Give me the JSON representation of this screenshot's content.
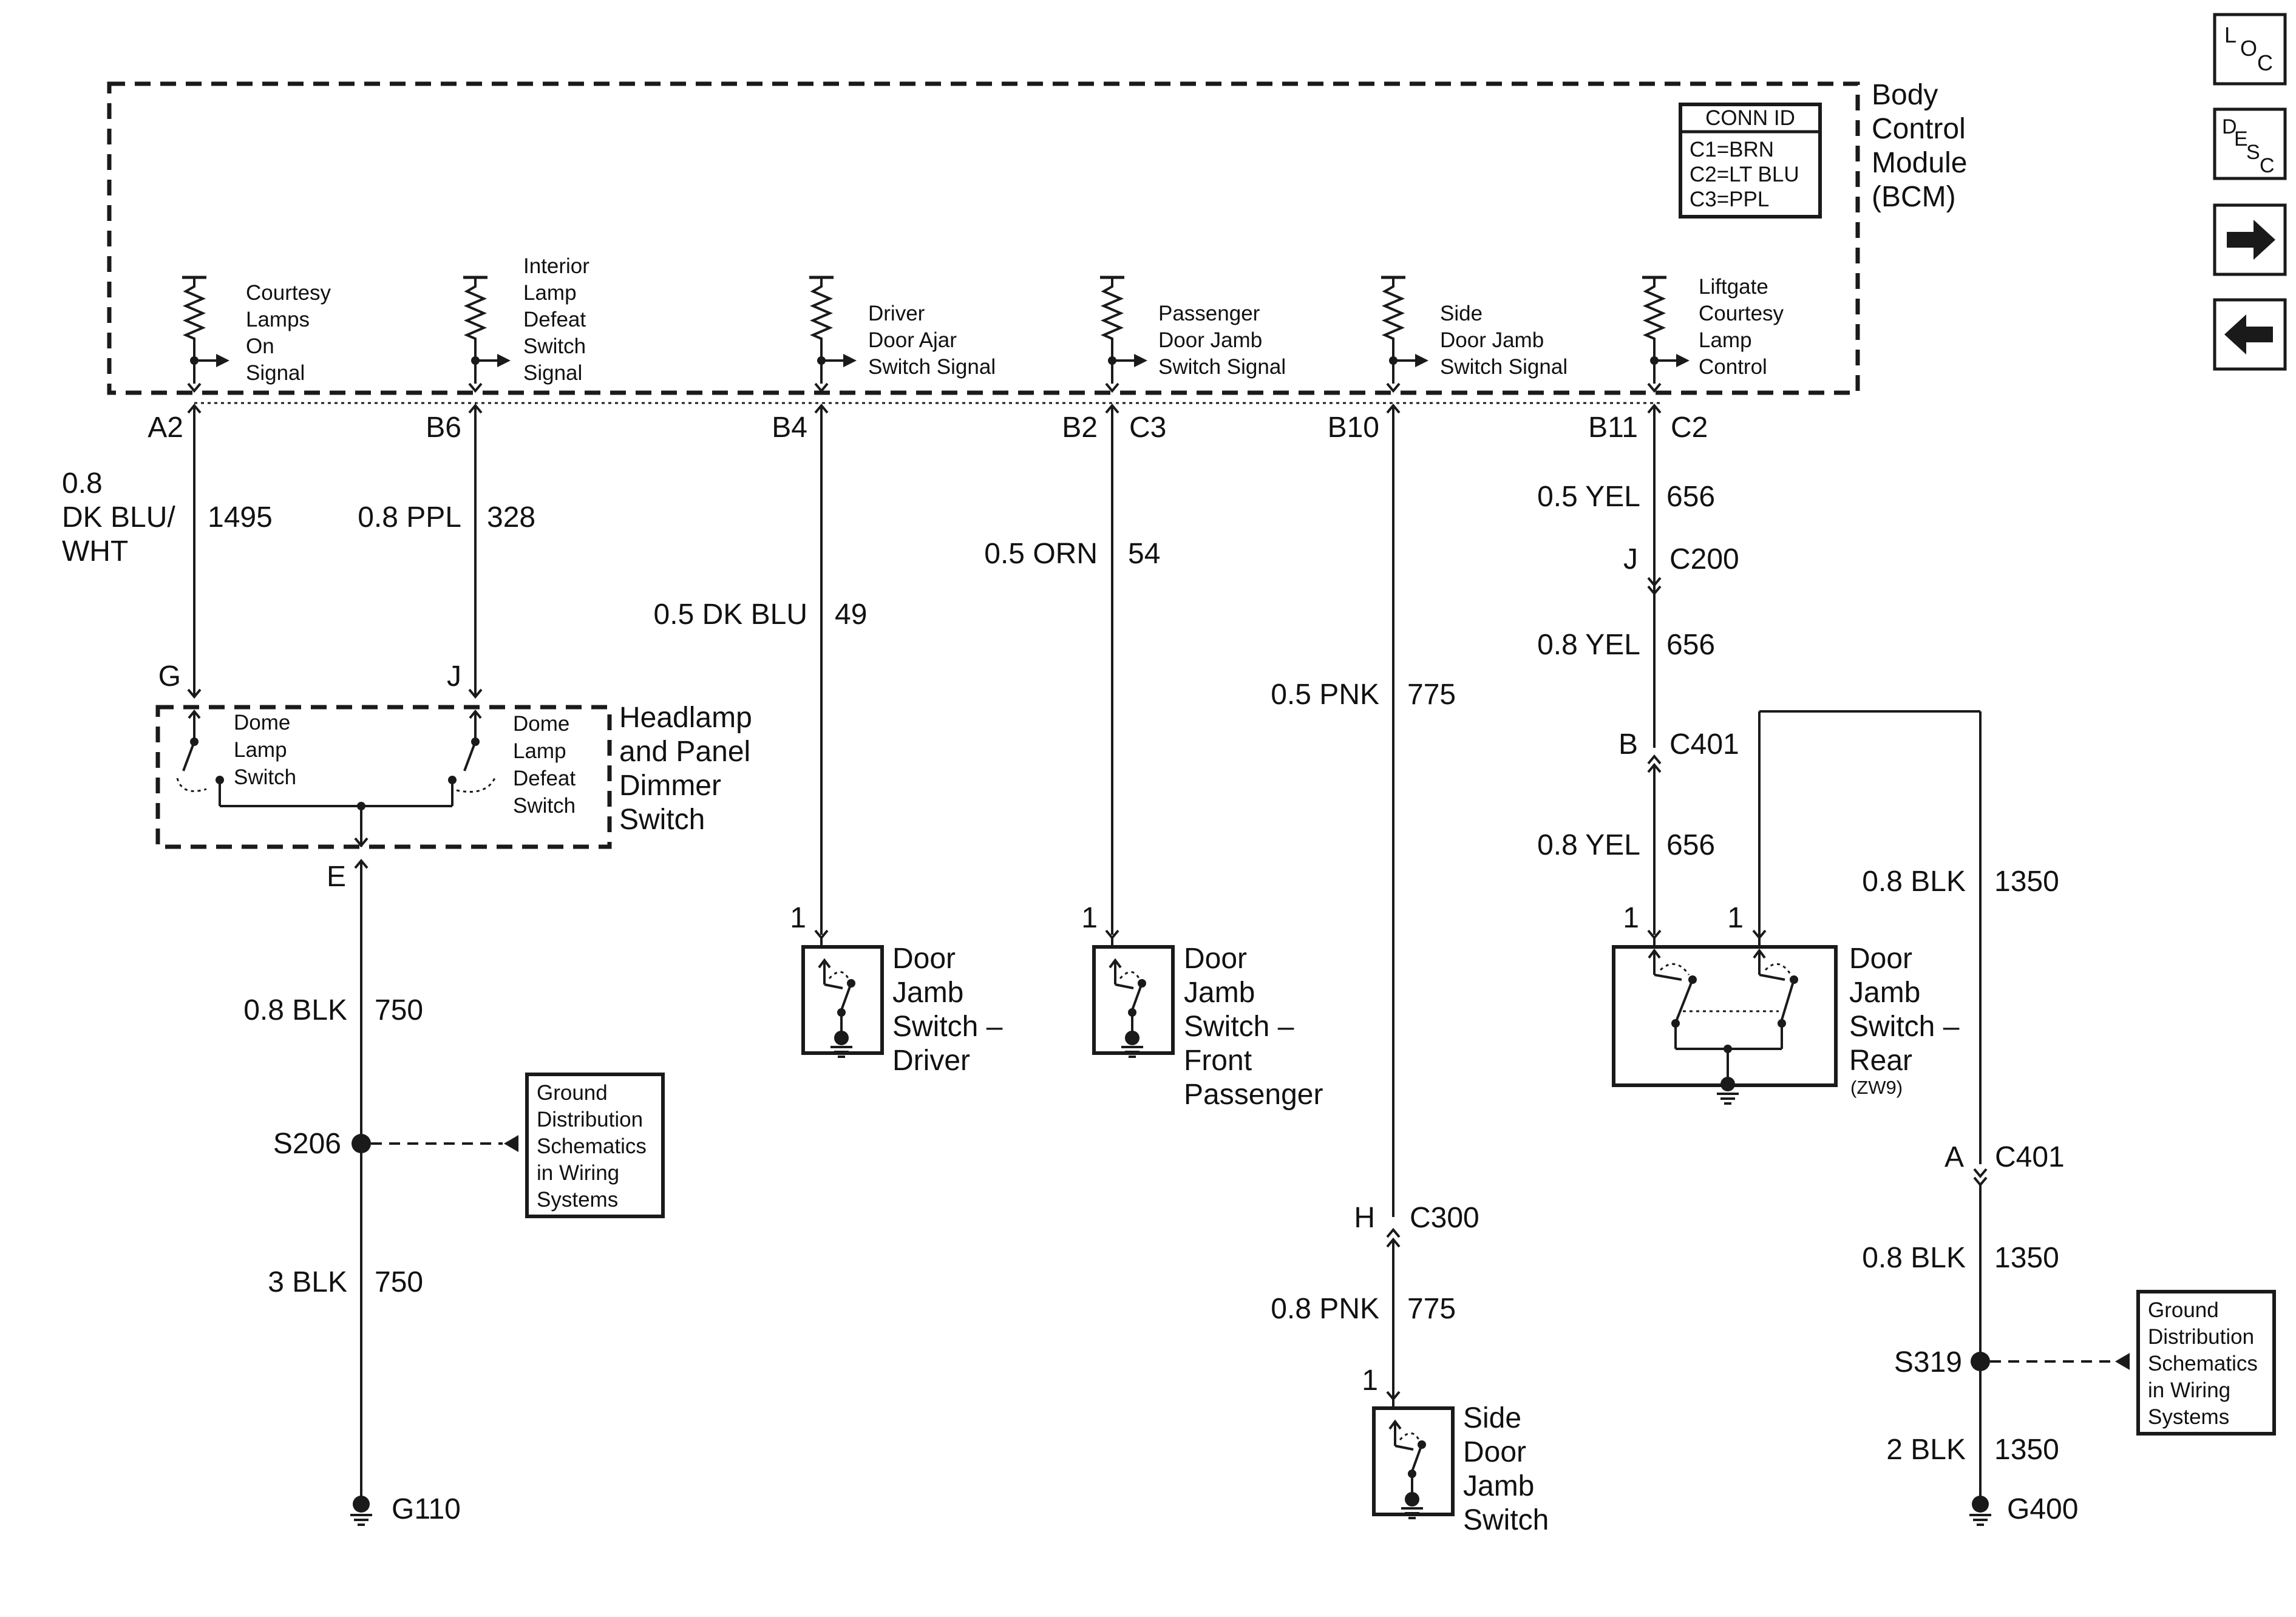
{
  "module": {
    "name": [
      "Body",
      "Control",
      "Module",
      "(BCM)"
    ],
    "conn_id": {
      "title": "CONN ID",
      "lines": [
        "C1=BRN",
        "C2=LT BLU",
        "C3=PPL"
      ]
    },
    "inputs": [
      {
        "lines": [
          "Courtesy",
          "Lamps",
          "On",
          "Signal"
        ]
      },
      {
        "lines": [
          "Interior",
          "Lamp",
          "Defeat",
          "Switch",
          "Signal"
        ]
      },
      {
        "lines": [
          "Driver",
          "Door Ajar",
          "Switch Signal"
        ]
      },
      {
        "lines": [
          "Passenger",
          "Door Jamb",
          "Switch Signal"
        ]
      },
      {
        "lines": [
          "Side",
          "Door Jamb",
          "Switch Signal"
        ]
      },
      {
        "lines": [
          "Liftgate",
          "Courtesy",
          "Lamp",
          "Control"
        ]
      }
    ]
  },
  "pins": {
    "p1": "A2",
    "p2": "B6",
    "p3": "B4",
    "p4a": "B2",
    "p4b": "C3",
    "p5": "B10",
    "p6a": "B11",
    "p6b": "C2"
  },
  "wires": {
    "w1": {
      "size": "0.8",
      "color_lines": [
        "DK BLU/",
        "WHT"
      ],
      "circuit": "1495"
    },
    "w2": {
      "label": "0.8 PPL",
      "circuit": "328"
    },
    "w3": {
      "label": "0.5 DK BLU",
      "circuit": "49"
    },
    "w4": {
      "label": "0.5 ORN",
      "circuit": "54"
    },
    "w5a": {
      "label": "0.5 PNK",
      "circuit": "775"
    },
    "w5b": {
      "label": "0.8 PNK",
      "circuit": "775"
    },
    "w6a": {
      "label": "0.5 YEL",
      "circuit": "656"
    },
    "w6b": {
      "label": "0.8 YEL",
      "circuit": "656"
    },
    "w6c": {
      "label": "0.8 YEL",
      "circuit": "656"
    },
    "w7a": {
      "label": "0.8 BLK",
      "circuit": "1350"
    },
    "w7b": {
      "label": "0.8 BLK",
      "circuit": "1350"
    },
    "w7c": {
      "label": "2 BLK",
      "circuit": "1350"
    },
    "w8a": {
      "label": "0.8 BLK",
      "circuit": "750"
    },
    "w8b": {
      "label": "3 BLK",
      "circuit": "750"
    }
  },
  "connectors": {
    "c200": {
      "pin": "J",
      "id": "C200"
    },
    "c401b": {
      "pin": "B",
      "id": "C401"
    },
    "c401a": {
      "pin": "A",
      "id": "C401"
    },
    "c300": {
      "pin": "H",
      "id": "C300"
    }
  },
  "headlamp_switch": {
    "name": [
      "Headlamp",
      "and Panel",
      "Dimmer",
      "Switch"
    ],
    "pin_g": "G",
    "pin_j": "J",
    "pin_e": "E",
    "dome": [
      "Dome",
      "Lamp",
      "Switch"
    ],
    "defeat": [
      "Dome",
      "Lamp",
      "Defeat",
      "Switch"
    ]
  },
  "door_switches": {
    "driver": {
      "pin": "1",
      "name": [
        "Door",
        "Jamb",
        "Switch –",
        "Driver"
      ]
    },
    "front": {
      "pin": "1",
      "name": [
        "Door",
        "Jamb",
        "Switch –",
        "Front",
        "Passenger"
      ]
    },
    "side": {
      "pin": "1",
      "name": [
        "Side",
        "Door",
        "Jamb",
        "Switch"
      ]
    },
    "rear": {
      "pin_l": "1",
      "pin_r": "1",
      "name": [
        "Door",
        "Jamb",
        "Switch –",
        "Rear"
      ],
      "option": "(ZW9)"
    }
  },
  "splices": {
    "s206": "S206",
    "s319": "S319"
  },
  "grounds": {
    "g110": "G110",
    "g400": "G400"
  },
  "refs": {
    "left": [
      "Ground",
      "Distribution",
      "Schematics",
      "in Wiring",
      "Systems"
    ],
    "right": [
      "Ground",
      "Distribution",
      "Schematics",
      "in Wiring",
      "Systems"
    ]
  },
  "nav": {
    "loc": [
      "L",
      "O",
      "C"
    ],
    "desc": [
      "D",
      "E",
      "S",
      "C"
    ]
  }
}
